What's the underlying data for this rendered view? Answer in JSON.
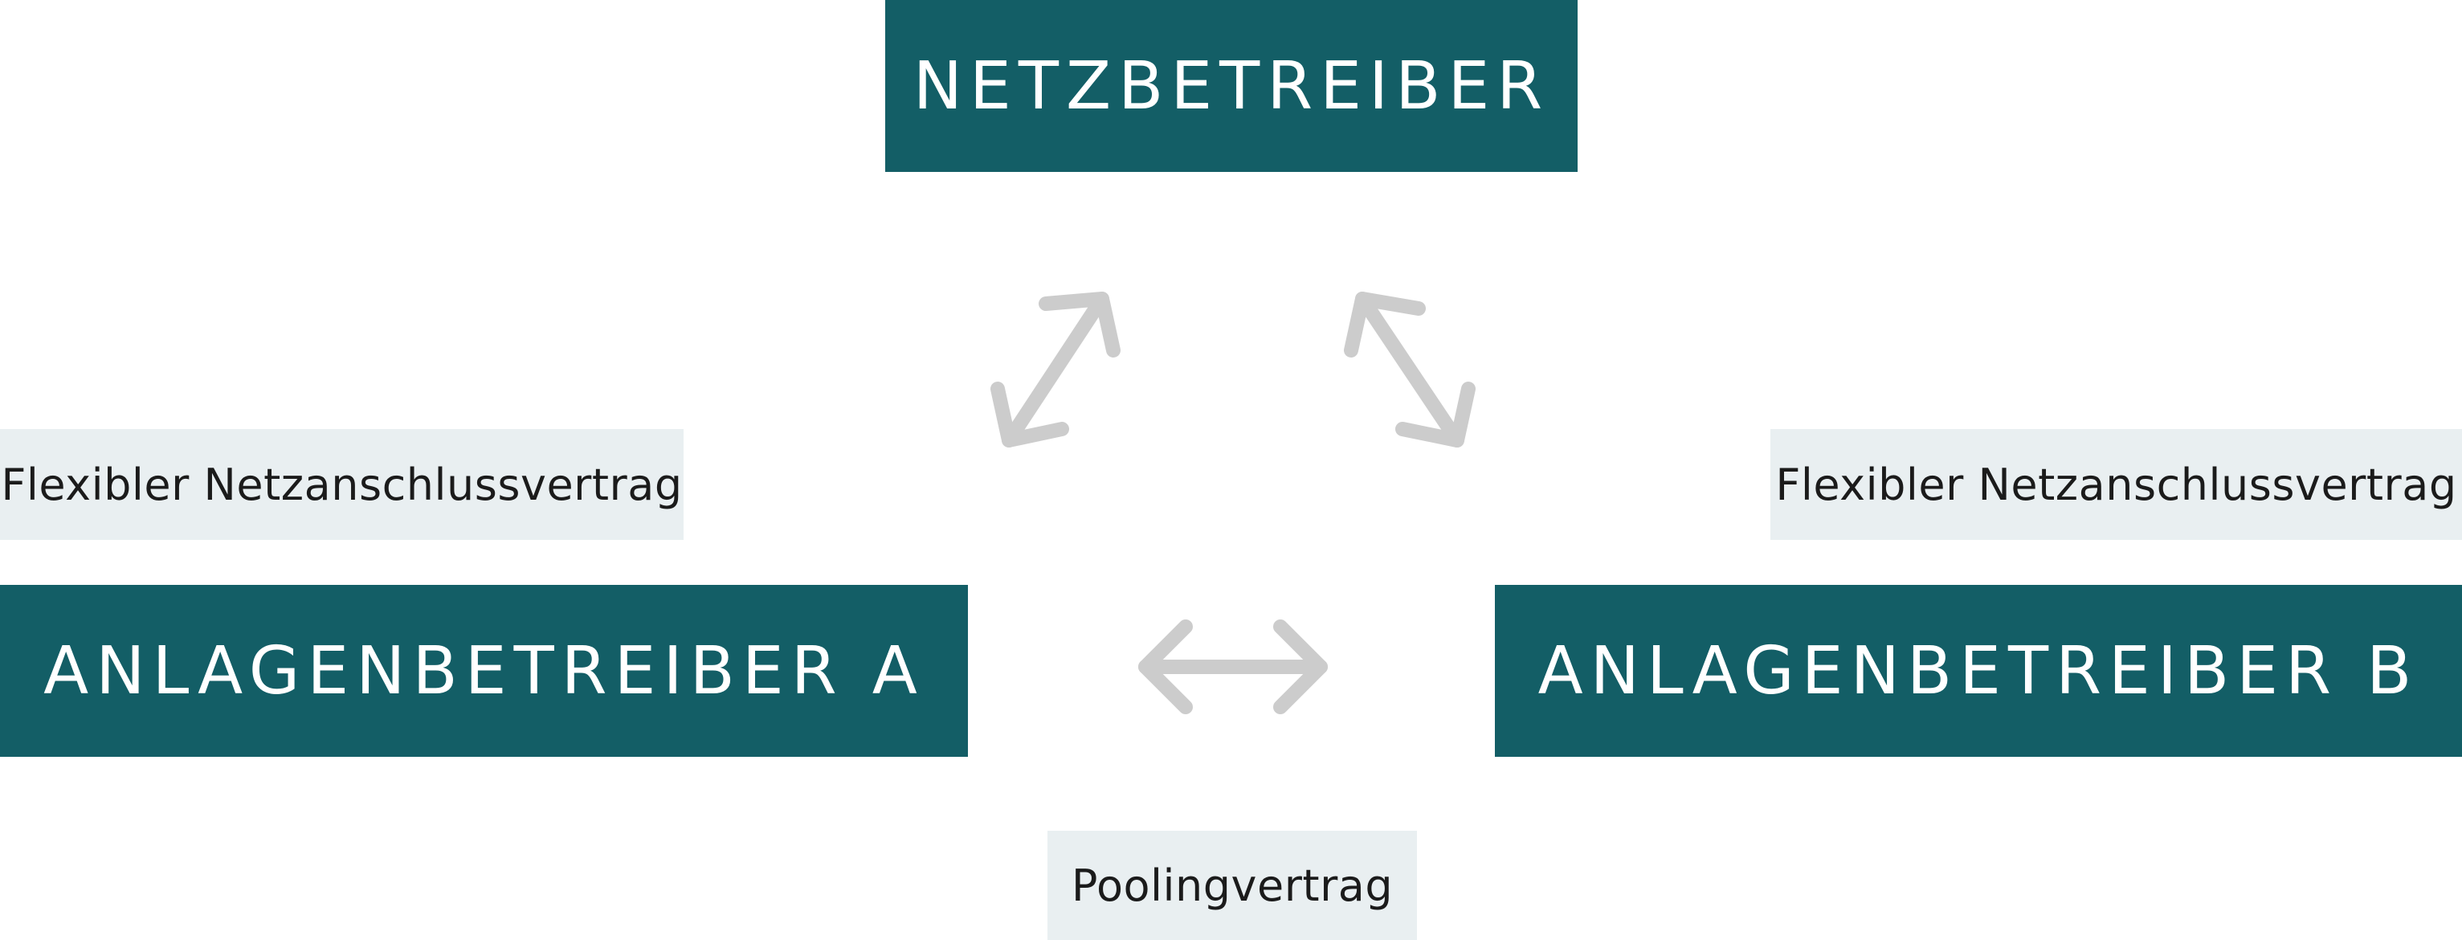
{
  "parties": {
    "grid_operator": "NETZBETREIBER",
    "operator_a": "ANLAGENBETREIBER A",
    "operator_b": "ANLAGENBETREIBER B"
  },
  "contracts": {
    "left": "Flexibler Netzanschlussvertrag",
    "right": "Flexibler Netzanschlussvertrag",
    "bottom": "Poolingvertrag"
  },
  "colors": {
    "party_fill": "#135e66",
    "contract_fill": "#e9eff1",
    "arrow": "#cccccc"
  }
}
